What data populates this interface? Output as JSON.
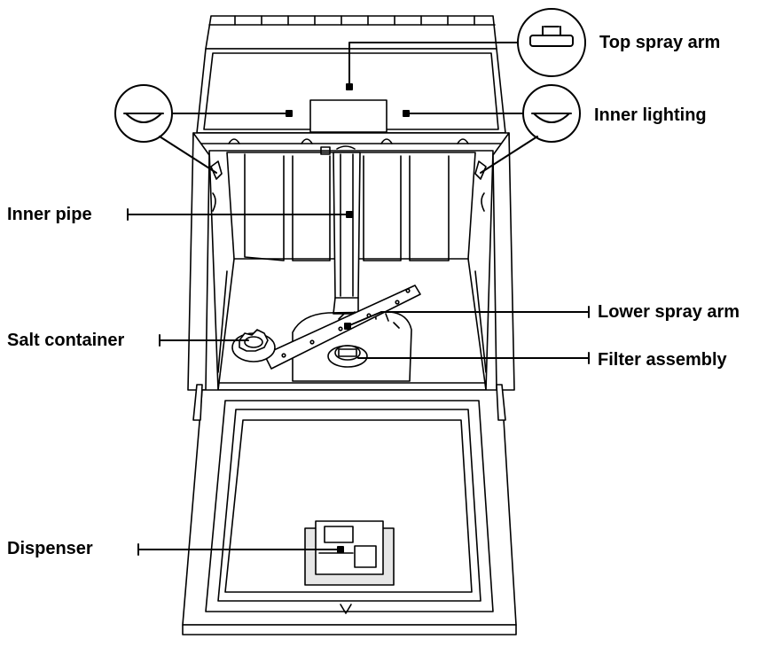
{
  "labels": {
    "top_spray_arm": "Top spray arm",
    "inner_lighting": "Inner lighting",
    "inner_pipe": "Inner pipe",
    "lower_spray_arm": "Lower spray arm",
    "salt_container": "Salt container",
    "filter_assembly": "Filter assembly",
    "dispenser": "Dispenser"
  },
  "colors": {
    "line": "#000000",
    "background": "#ffffff",
    "shade": "#e6e6e6"
  }
}
